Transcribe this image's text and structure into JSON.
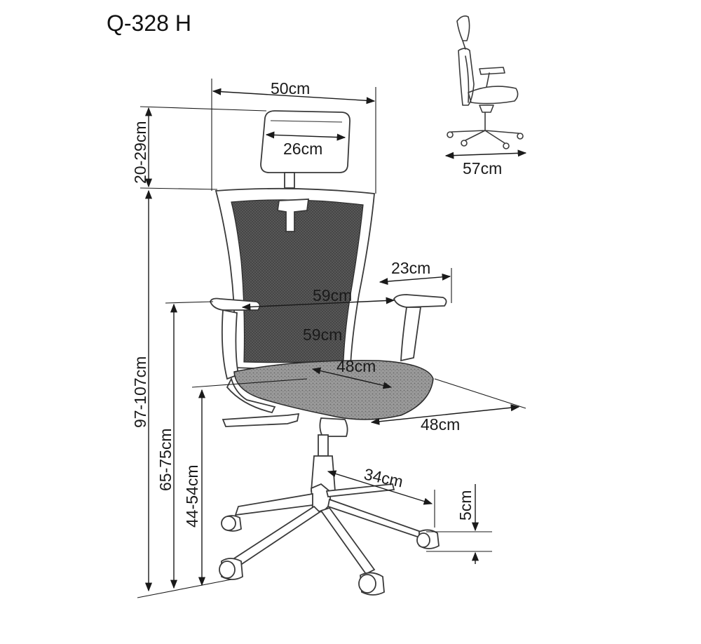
{
  "title": "Q-328 H",
  "dimensions": {
    "total_width": "50cm",
    "headrest_width": "26cm",
    "headrest_height": "20-29cm",
    "total_height": "97-107cm",
    "armrest_height": "65-75cm",
    "seat_height": "44-54cm",
    "armrest_length": "23cm",
    "width_between_arms": "59cm",
    "backrest_height": "59cm",
    "seat_depth": "48cm",
    "seat_width": "48cm",
    "base_radius": "34cm",
    "wheel_height": "5cm",
    "side_depth": "57cm"
  }
}
